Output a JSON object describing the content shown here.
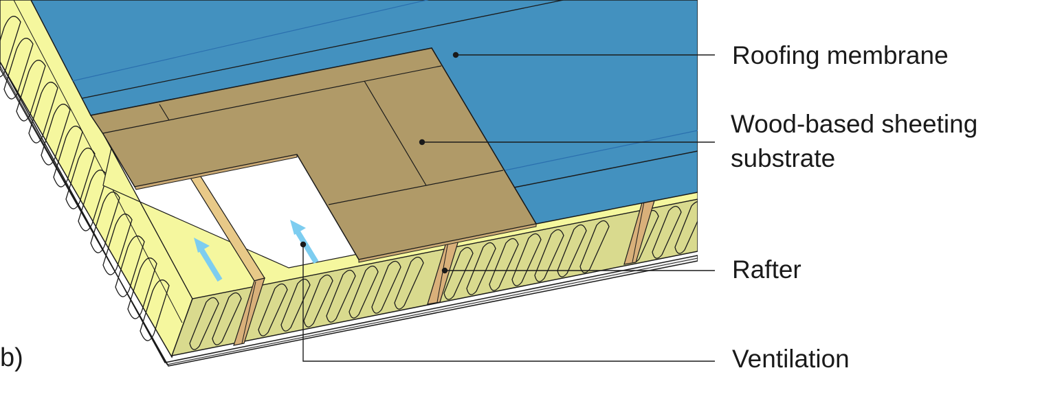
{
  "figure": {
    "panel_label": "b)",
    "colors": {
      "membrane": "#4391bf",
      "membrane_seam": "#2a6fae",
      "sheeting": "#b09a68",
      "insulation_top": "#f5f79e",
      "insulation_side": "#d9da8e",
      "rafter": "#e8c988",
      "rafter_side": "#d9b07a",
      "airflow_arrow": "#7dcdf0",
      "ceiling_board": "#f2f2f2",
      "leader_line": "#1a1a1a"
    }
  },
  "labels": [
    {
      "id": "roofing-membrane",
      "text": "Roofing membrane"
    },
    {
      "id": "wood-sheeting",
      "text": "Wood-based sheeting",
      "text2": "substrate"
    },
    {
      "id": "rafter",
      "text": "Rafter"
    },
    {
      "id": "ventilation",
      "text": "Ventilation"
    }
  ]
}
